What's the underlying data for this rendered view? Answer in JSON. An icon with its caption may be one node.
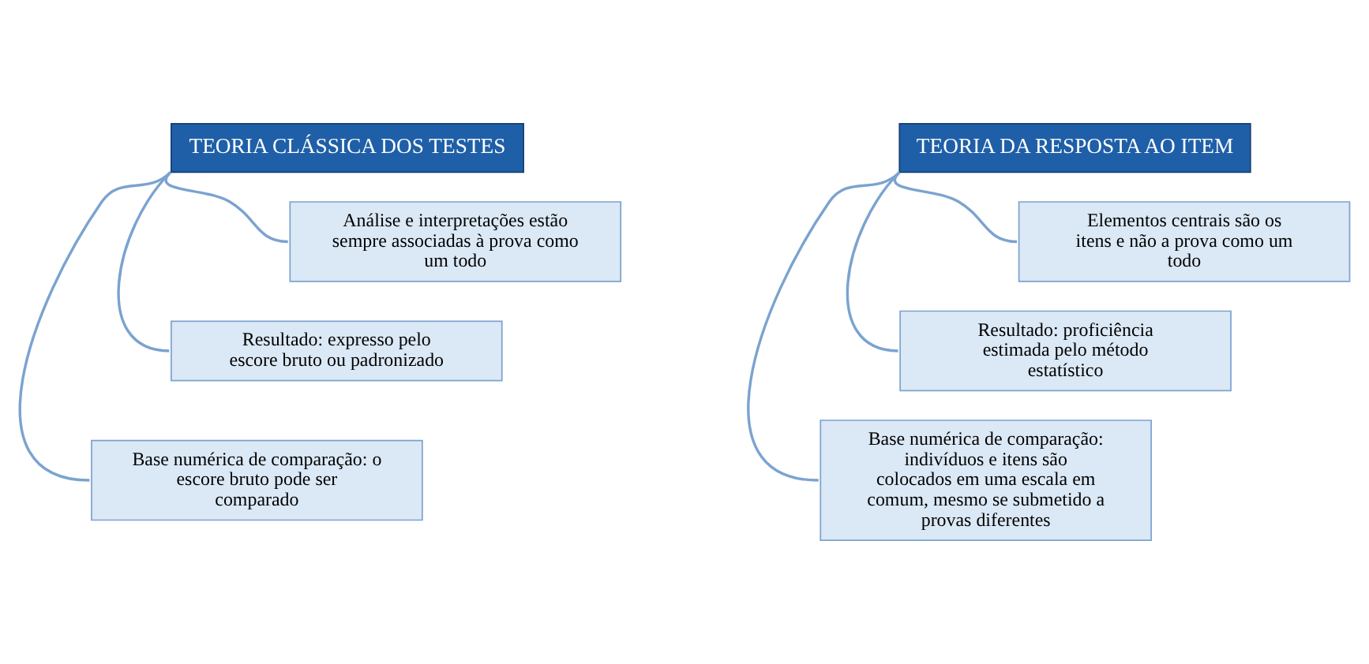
{
  "diagram": {
    "nodes": [
      {
        "text": [
          "TEORIA CLÁSSICA DOS TESTES"
        ]
      },
      {
        "text": [
          "Análise e interpretações estão sempre associadas à prova como um todo"
        ]
      },
      {
        "text": [
          "Resultado: expresso pelo escore bruto ou padronizado"
        ]
      },
      {
        "text": [
          "Base numérica de comparação: o escore bruto pode ser comparado"
        ]
      },
      {
        "text": [
          "TEORIA DA RESPOSTA AO ITEM"
        ]
      },
      {
        "text": [
          "Elementos centrais são os itens e não a prova como um todo"
        ]
      },
      {
        "text": [
          "Resultado: proficiência estimada pelo método estatístico"
        ]
      },
      {
        "text": [
          "Base numérica de comparação: indivíduos e itens são colocados em uma escala em comum, mesmo se submetido a provas diferentes"
        ]
      }
    ],
    "edges": [
      {
        "from": 0,
        "to": 1,
        "arrow": "none"
      },
      {
        "from": 0,
        "to": 2,
        "arrow": "none"
      },
      {
        "from": 0,
        "to": 3,
        "arrow": "none"
      },
      {
        "from": 4,
        "to": 5,
        "arrow": "none"
      },
      {
        "from": 4,
        "to": 6,
        "arrow": "none"
      },
      {
        "from": 4,
        "to": 7,
        "arrow": "none"
      }
    ]
  }
}
